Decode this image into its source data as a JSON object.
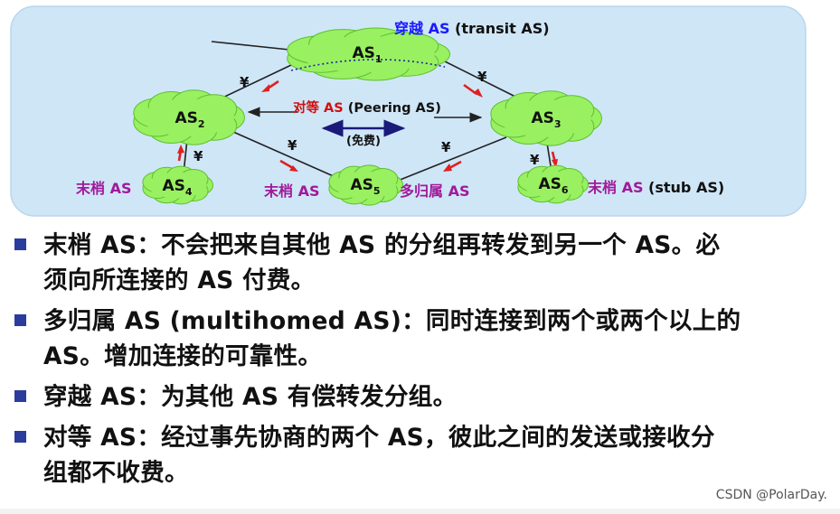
{
  "diagram": {
    "nodes": [
      {
        "id": "as1",
        "base": "AS",
        "sub": "1"
      },
      {
        "id": "as2",
        "base": "AS",
        "sub": "2"
      },
      {
        "id": "as3",
        "base": "AS",
        "sub": "3"
      },
      {
        "id": "as4",
        "base": "AS",
        "sub": "4"
      },
      {
        "id": "as5",
        "base": "AS",
        "sub": "5"
      },
      {
        "id": "as6",
        "base": "AS",
        "sub": "6"
      }
    ],
    "labels": {
      "transit_cn": "穿越 AS",
      "transit_en": " (transit AS)",
      "peering_cn": "对等 AS",
      "peering_en": " (Peering AS)",
      "free": "(免费)",
      "stub_left_1": "末梢 AS",
      "stub_left_2": "末梢 AS",
      "multihomed": "多归属 AS",
      "stub_right_cn": "末梢 AS",
      "stub_right_en": " (stub AS)",
      "yen": "¥"
    },
    "colors": {
      "panel_bg": "#cfe6f7",
      "cloud": "#99f060",
      "cloud_dark": "#5cc030",
      "transit_text": "#1a1aff",
      "peering_text": "#d01010",
      "stub_text": "#a01a9a",
      "multihomed_text": "#a01a9a",
      "arrow_red": "#e02020",
      "arrow_navy": "#1a1a7a"
    }
  },
  "bullets": [
    {
      "line1": "末梢 AS：不会把来自其他 AS 的分组再转发到另一个 AS。必",
      "line2": "须向所连接的 AS 付费。"
    },
    {
      "line1": "多归属 AS (multihomed AS)：同时连接到两个或两个以上的",
      "line2": "AS。增加连接的可靠性。"
    },
    {
      "line1": "穿越 AS：为其他 AS 有偿转发分组。",
      "line2": ""
    },
    {
      "line1": "对等 AS：经过事先协商的两个 AS，彼此之间的发送或接收分",
      "line2": "组都不收费。"
    }
  ],
  "watermark": "CSDN @PolarDay."
}
